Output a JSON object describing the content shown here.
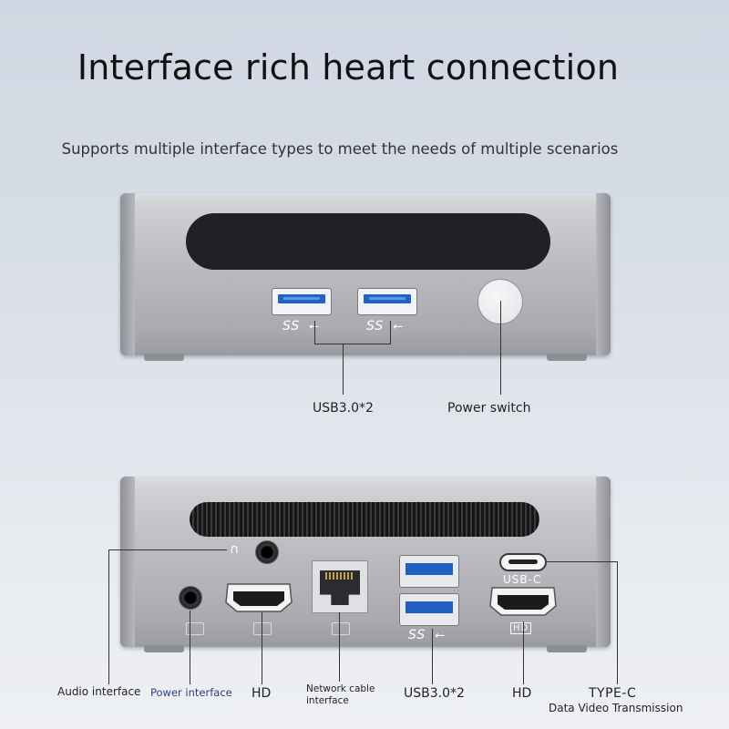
{
  "title": "Interface rich heart connection",
  "subtitle": "Supports multiple interface types to meet the needs of multiple scenarios",
  "front_panel": {
    "port_marks": [
      "SS",
      "SS"
    ],
    "labels": {
      "usb": "USB3.0*2",
      "power": "Power switch"
    }
  },
  "back_panel": {
    "port_marks": {
      "usbc": "USB-C",
      "usb_ss": "SS",
      "hd_badge": "HD"
    },
    "labels": {
      "audio": "Audio interface",
      "power": "Power interface",
      "hd_left": "HD",
      "network_line1": "Network cable",
      "network_line2": "interface",
      "usb": "USB3.0*2",
      "hd_right": "HD",
      "typec": "TYPE-C",
      "typec_sub": "Data Video Transmission"
    }
  },
  "colors": {
    "usb_blue": "#1f63c9",
    "power_label_blue": "#2e3e88"
  }
}
